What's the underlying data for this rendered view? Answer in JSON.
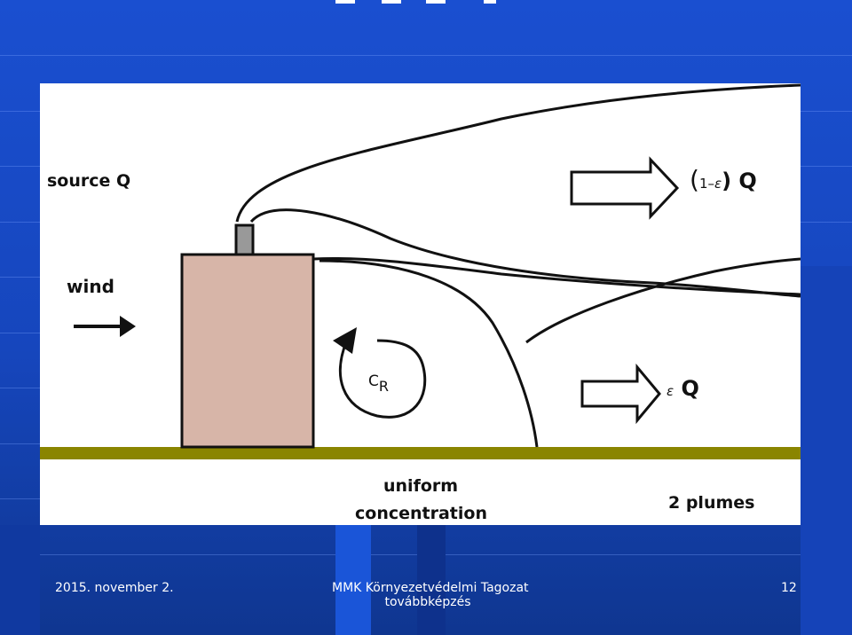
{
  "diagram": {
    "source_label": "source Q",
    "wind_label": "wind",
    "upper_plume_prefix": "(",
    "upper_plume_fraction": "1–",
    "upper_plume_epsilon": "ε",
    "upper_plume_suffix": ") Q",
    "lower_plume_epsilon": "ε",
    "lower_plume_q": "Q",
    "recirculation_c": "C",
    "recirculation_r": "R",
    "uniform_line1": "uniform",
    "uniform_line2": "concentration",
    "two_plumes": "2 plumes"
  },
  "footer": {
    "date": "2015. november 2.",
    "org_line1": "MMK Környezetvédelmi Tagozat",
    "org_line2": "továbbképzés",
    "page_number": "12"
  },
  "colors": {
    "background": "#1a4fd0",
    "building": "#d7b5a8",
    "ground": "#8a8500",
    "line": "#111111"
  },
  "icons": {
    "wind_arrow": "right-arrow-icon",
    "plume_arrow": "hollow-right-arrow-icon",
    "recirculation": "circular-arrow-icon"
  }
}
